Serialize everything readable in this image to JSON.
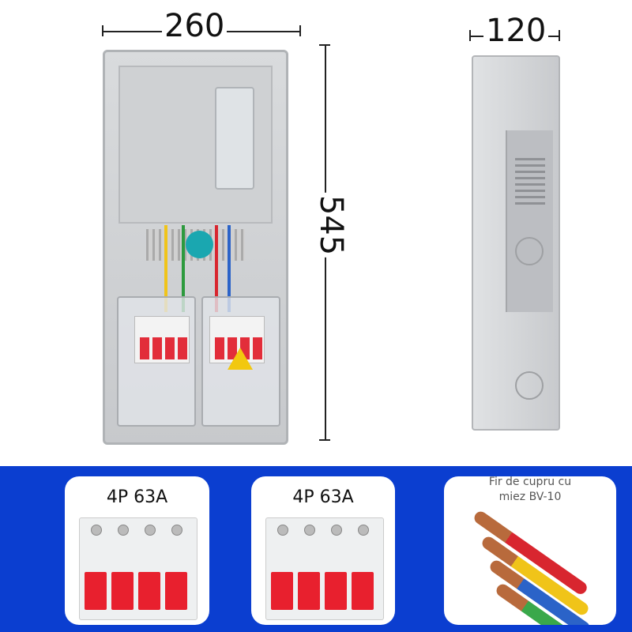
{
  "dimensions": {
    "width_label": "260",
    "depth_label": "120",
    "height_label": "545"
  },
  "cards": [
    {
      "title": "4P 63A"
    },
    {
      "title": "4P 63A"
    },
    {
      "title_line1": "Fir de cupru cu",
      "title_line2": "miez BV-10"
    }
  ],
  "colors": {
    "banner": "#0b3ed0",
    "breaker_red": "#e8202e"
  }
}
